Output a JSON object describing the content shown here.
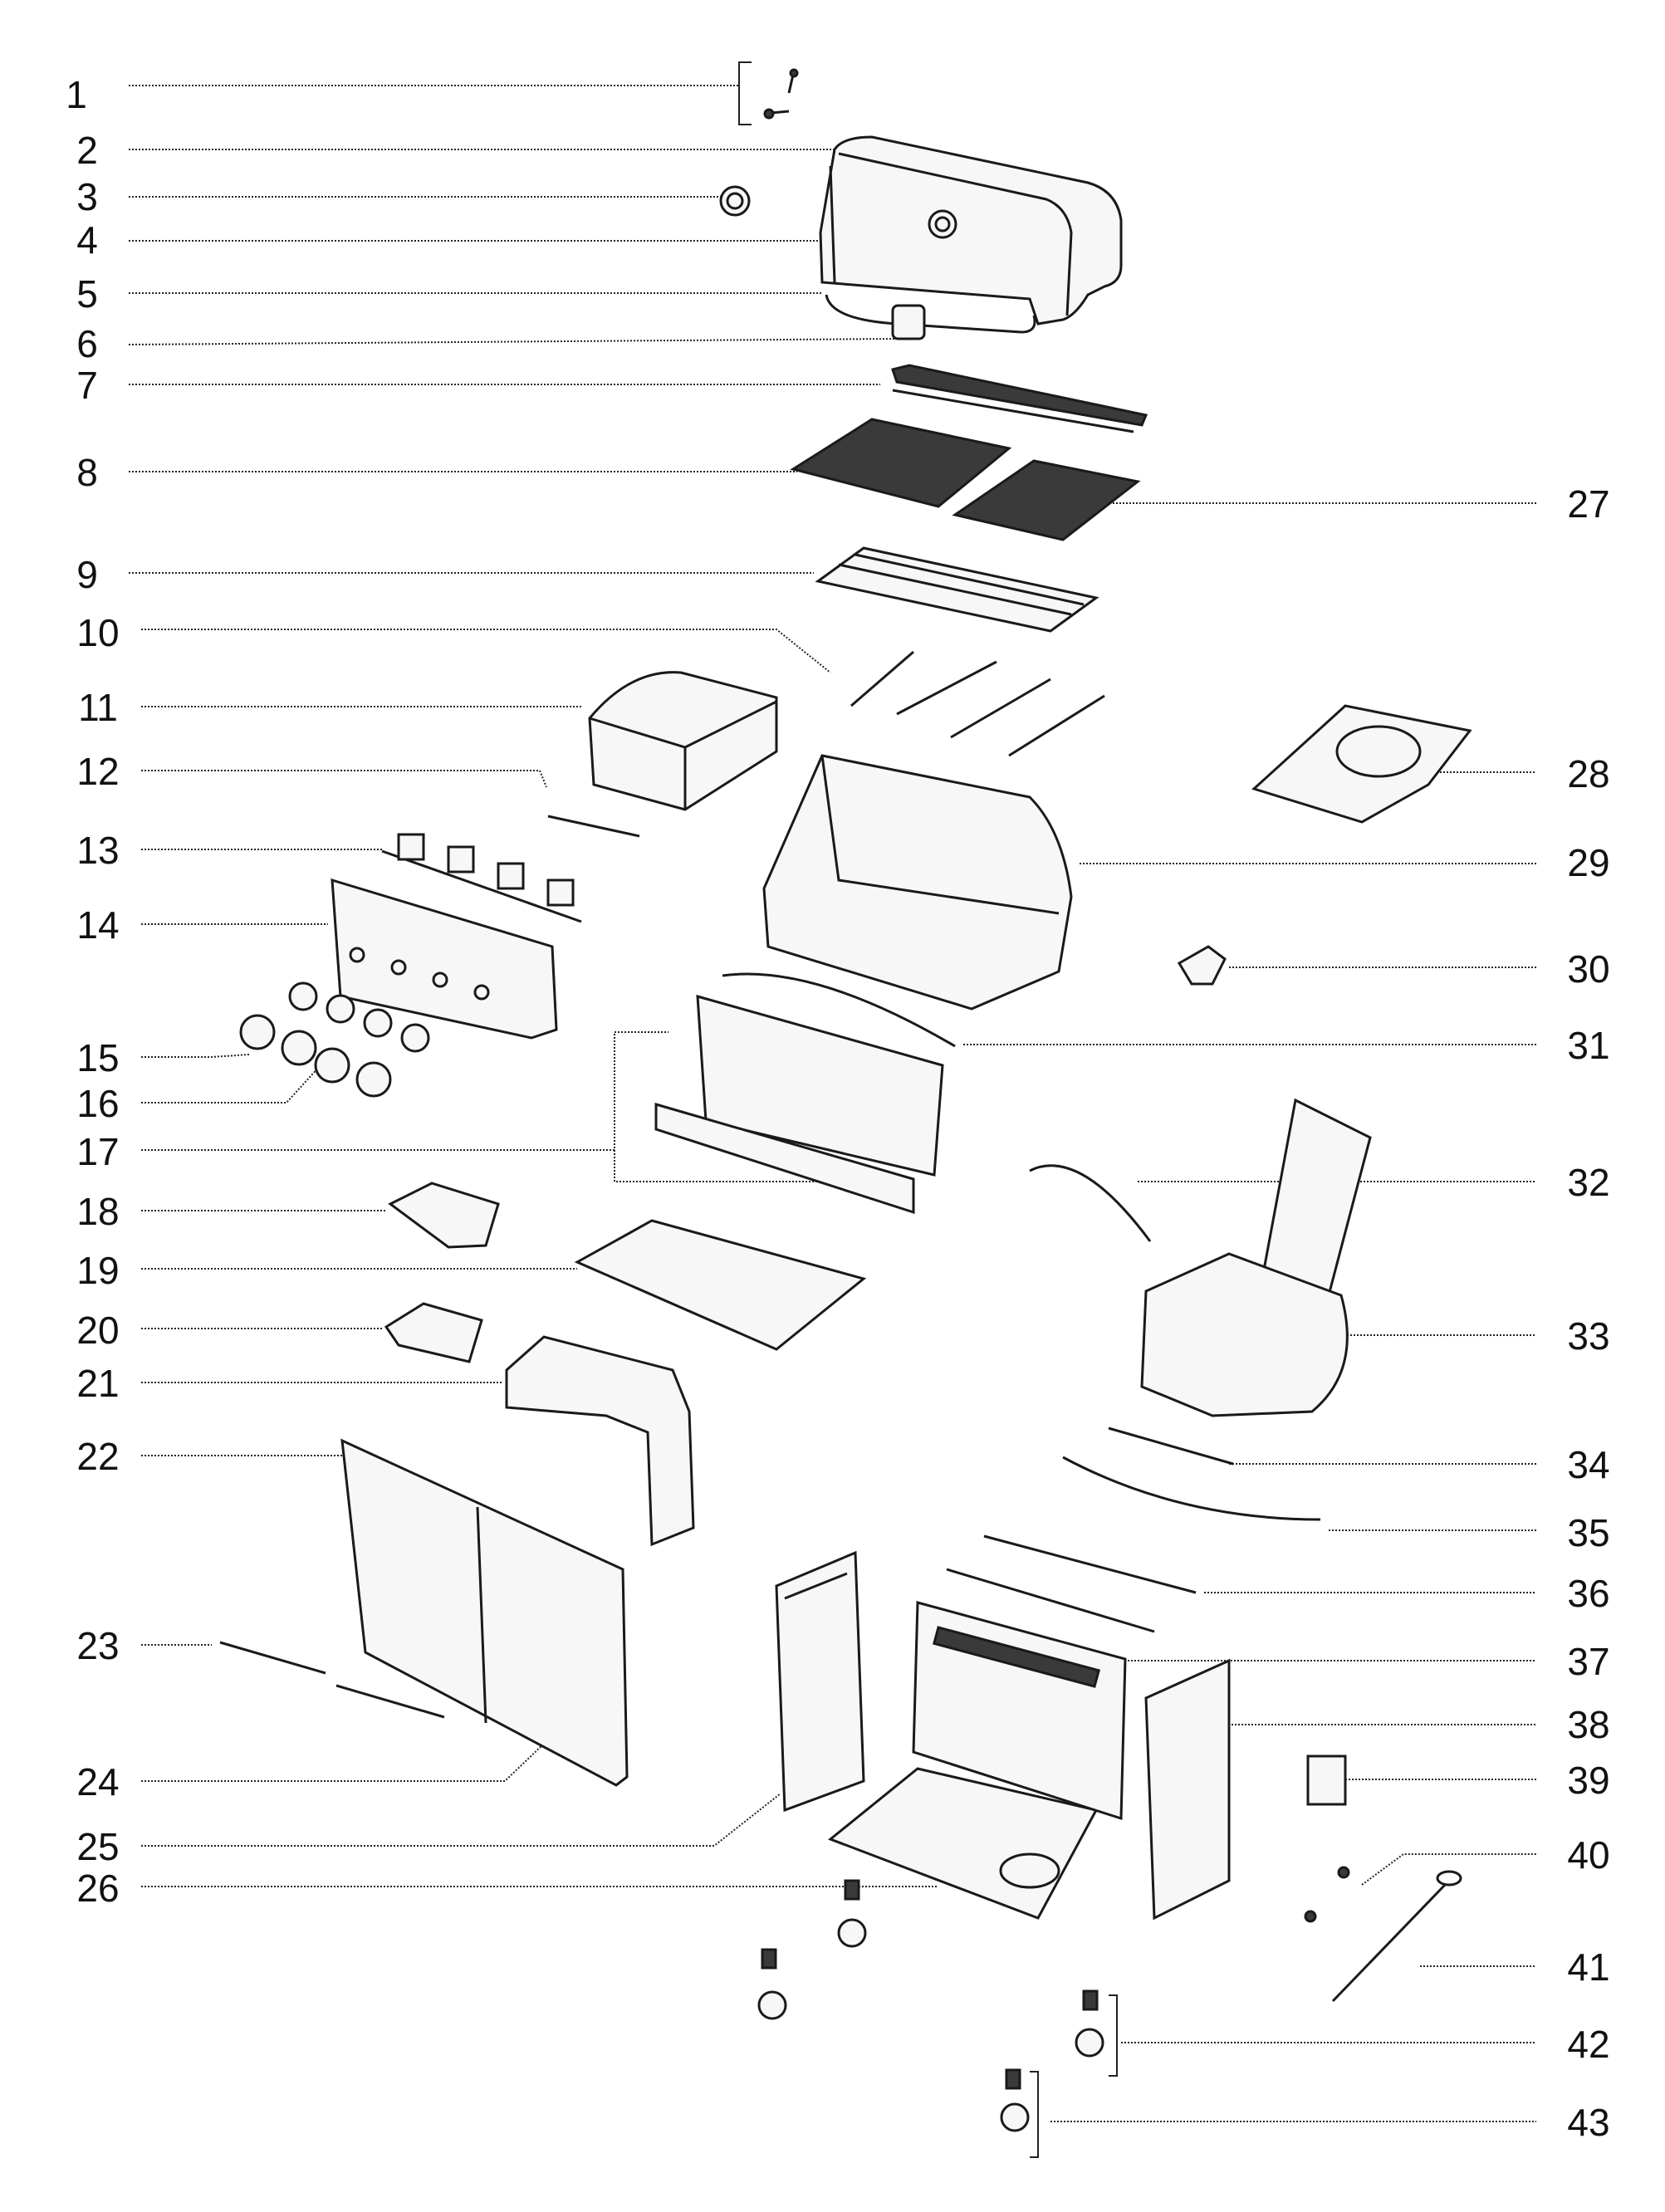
{
  "diagram": {
    "labels": [
      "1",
      "2",
      "3",
      "4",
      "5",
      "6",
      "7",
      "8",
      "9",
      "10",
      "11",
      "12",
      "13",
      "14",
      "15",
      "16",
      "17",
      "18",
      "19",
      "20",
      "21",
      "22",
      "23",
      "24",
      "25",
      "26",
      "27",
      "28",
      "29",
      "30",
      "31",
      "32",
      "33",
      "34",
      "35",
      "36",
      "37",
      "38",
      "39",
      "40",
      "41",
      "42",
      "43"
    ]
  },
  "colors": {
    "line": "#1a1a1a",
    "background": "#ffffff"
  }
}
